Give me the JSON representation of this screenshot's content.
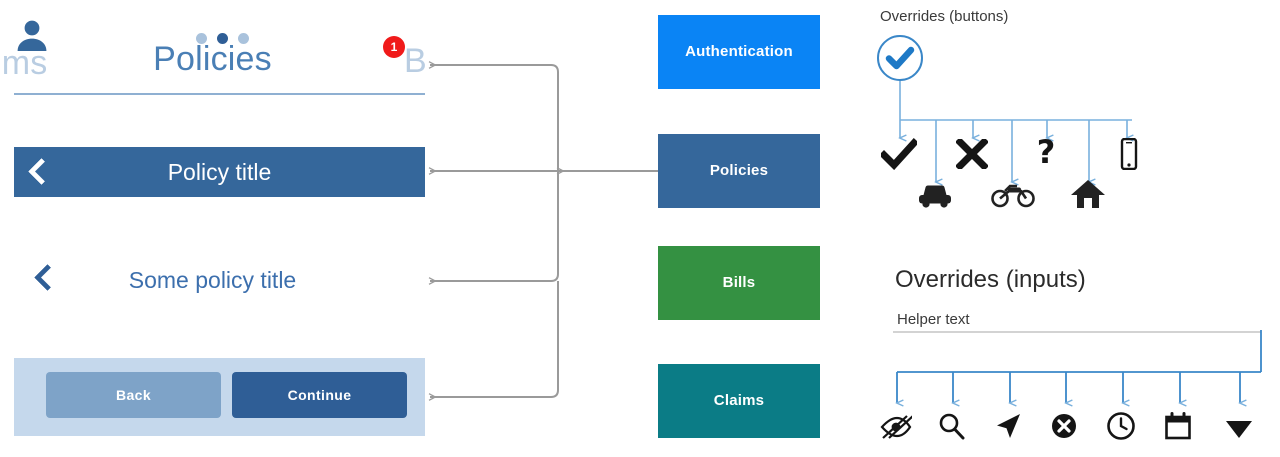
{
  "phone": {
    "nav_tab_label": "ims",
    "page_title": "Policies",
    "badge_letter": "B",
    "notification_count": "1",
    "avatar_icon": "person-icon",
    "step_dots": [
      {
        "state": "inactive"
      },
      {
        "state": "active"
      },
      {
        "state": "inactive"
      }
    ],
    "section_header": {
      "label": "Policy title",
      "back_icon": "chevron-left-icon",
      "bg": "#35679b"
    },
    "sub_header": {
      "label": "Some policy title",
      "back_icon": "chevron-left-icon",
      "color": "#3c6fad"
    },
    "action_bar": {
      "back_label": "Back",
      "continue_label": "Continue",
      "back_bg": "#7ea3c8",
      "continue_bg": "#2f5e96",
      "bar_bg": "#c5d8ec"
    }
  },
  "categories": [
    {
      "label": "Authentication",
      "color": "#0a84f5"
    },
    {
      "label": "Policies",
      "color": "#35679b"
    },
    {
      "label": "Bills",
      "color": "#349142"
    },
    {
      "label": "Claims",
      "color": "#0b7c86"
    }
  ],
  "overrides_buttons": {
    "title": "Overrides (buttons)",
    "root_icon": "check-circle-icon",
    "accent": "#3a87c8",
    "icons": [
      {
        "name": "check-icon",
        "row": "top"
      },
      {
        "name": "car-icon",
        "row": "bottom"
      },
      {
        "name": "close-x-icon",
        "row": "top"
      },
      {
        "name": "motorcycle-icon",
        "row": "bottom"
      },
      {
        "name": "question-mark-icon",
        "row": "top"
      },
      {
        "name": "house-icon",
        "row": "bottom"
      },
      {
        "name": "mobile-phone-icon",
        "row": "top"
      }
    ]
  },
  "overrides_inputs": {
    "title": "Overrides (inputs)",
    "helper_text": "Helper text",
    "accent": "#3a87c8",
    "underline_color": "#d3d3d3",
    "icons": [
      {
        "name": "eye-off-icon"
      },
      {
        "name": "search-icon"
      },
      {
        "name": "navigation-arrow-icon"
      },
      {
        "name": "clear-circle-icon"
      },
      {
        "name": "clock-icon"
      },
      {
        "name": "calendar-icon"
      },
      {
        "name": "dropdown-triangle-icon"
      }
    ]
  },
  "connectors": {
    "color": "#9a9a9a",
    "description": "arrows from Policies box to phone elements"
  }
}
